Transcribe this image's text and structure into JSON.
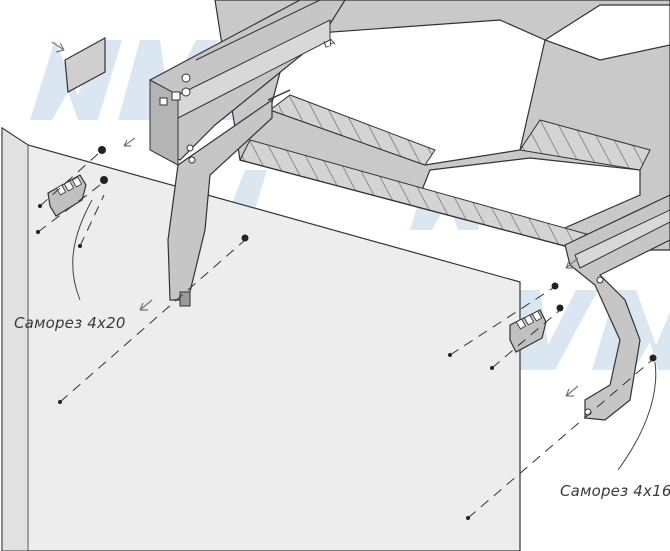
{
  "labels": {
    "screw_left": "Саморез 4x20",
    "screw_right": "Саморез 4x16"
  },
  "watermark": {
    "text": "MVM",
    "color": "#bcd3e6"
  },
  "colors": {
    "panel_fill": "#ededed",
    "metal_fill": "#c6c6c6",
    "metal_dark": "#9a9a9a",
    "line": "#333333"
  }
}
